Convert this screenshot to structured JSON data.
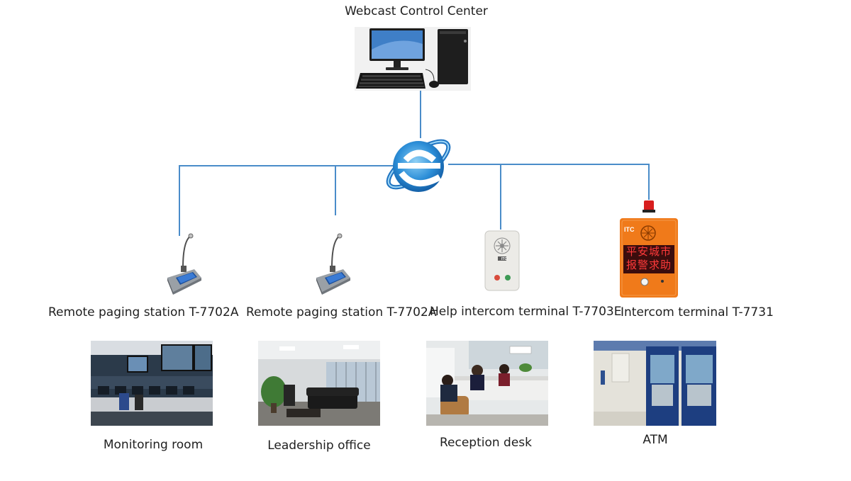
{
  "center": {
    "title": "Webcast Control Center"
  },
  "network": {
    "icon": "internet-explorer-icon"
  },
  "colors": {
    "line": "#4a8cc9",
    "terminal_orange": "#f07a1a",
    "led_red": "#d81e1e"
  },
  "devices": [
    {
      "label": "Remote paging station T-7702A"
    },
    {
      "label": "Remote paging station T-7702A"
    },
    {
      "label": "Help intercom terminal  T-7703E"
    },
    {
      "label": "Intercom terminal T-7731"
    }
  ],
  "locations": [
    {
      "label": "Monitoring room"
    },
    {
      "label": "Leadership office"
    },
    {
      "label": "Reception desk"
    },
    {
      "label": "ATM"
    }
  ],
  "terminal_text": {
    "brand": "ITC",
    "led_line1": "平安城市",
    "led_line2": "报警求助"
  }
}
